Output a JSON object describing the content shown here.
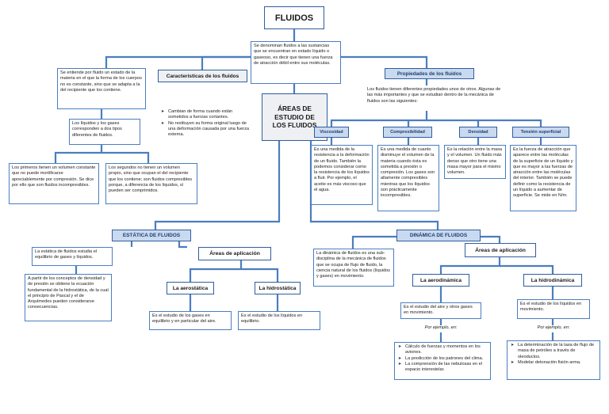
{
  "title": "FLUIDOS",
  "definition": "Se denominan fluidos a las sustancias que se encuentran en estado líquido o gaseoso, es decir que tienen una fuerza de atracción débil entre sus moléculas.",
  "left_intro": "Se entiende por fluido un estado de la materia en el que la forma de los cuerpos no es constante, sino que se adapta a la del recipiente que los contiene.",
  "two_types": "Los líquidos y los gases corresponden a dos tipos diferentes de fluidos.",
  "liquids_desc": "Los primeros tienen un volumen constante que no puede mortificarse apreciablemente por compresión. Se dice por ello que son fluidos incompresibles.",
  "gases_desc": "Los segundos no tienen un volumen propio, sino que ocupan el del recipiente que los contiene; son fluidos compresibles porque, a diferencia de los líquidos, sí pueden ser comprimidos.",
  "characteristics": {
    "header": "Características de los fluidos",
    "items": [
      "Cambian de forma cuando están sometidos a fuerzas cortantes.",
      "No restituyen su forma original luego de una deformación causada por una fuerza externa."
    ]
  },
  "study_areas": "ÁREAS DE ESTUDIO DE LOS FLUIDOS",
  "properties": {
    "header": "Propiedades de los fluidos",
    "intro": "Los fluidos tienen diferentes propiedades unos de otros. Algunas de las más importantes y que se estudian dentro de la mecánica de fluidos son las siguientes:",
    "items": [
      {
        "name": "Viscosidad",
        "desc": "Es una medida de la resistencia a la deformación de un fluido. También la podemos considerar como la resistencia de los líquidos a fluir. Por ejemplo, el aceite es más viscoso que el agua."
      },
      {
        "name": "Compresibilidad",
        "desc": "Es una medida de cuanto disminuye el volumen de la materia cuando ésta es sometida a presión o compresión. Los gases son altamente compresibles mientras que los líquidos son prácticamente incompresibles."
      },
      {
        "name": "Densidad",
        "desc": "Es la relación entre la masa y el volumen. Un fluido más denso que otro tiene una masa mayor para el mismo volumen."
      },
      {
        "name": "Tensión superficial",
        "desc": "Es la fuerza de atracción que aparece entre las moléculas de la superficie de un líquido y que es mayor a las fuerzas de atracción entre las moléculas del interior. También se puede definir como la resistencia de un líquido a aumentar de superficie. Se mide en N/m."
      }
    ]
  },
  "statics": {
    "header": "ESTÁTICA DE FLUIDOS",
    "desc": "La estática de fluidos estudia el equilibrio de gases y líquidos.",
    "detail": "A partir de los conceptos de densidad y de presión se obtiene la ecuación fundamental de la hidrostática, de la cual el principio de Pascal y el de Arquímedes pueden considerarse consecuencias.",
    "areas_header": "Áreas de aplicación",
    "aero": {
      "header": "La aerostática",
      "desc": "Es el estudio de los gases en equilibrio y en particular del aire."
    },
    "hydro": {
      "header": "La hidrostática",
      "desc": "Es el estudio de los líquidos en equilibrio."
    }
  },
  "dynamics": {
    "header": "DINÁMICA DE FLUIDOS",
    "desc": "La dinámica de fluidos es una sub-disciplina de la mecánica de fluidos que se ocupa de flujo de fluido, la ciencia natural de los fluidos (líquidos y gases) en movimiento.",
    "areas_header": "Áreas de aplicación",
    "aero": {
      "header": "La aerodinámica",
      "desc": "Es el estudio del aire y otros gases en movimiento.",
      "example": "Por ejemplo, en:",
      "items": [
        "Cálculo de fuerzas y momentos en los aviones.",
        "La predicción de los patrones del clima.",
        "La comprensión de las nebulosas en el espacio interestelar."
      ]
    },
    "hydro": {
      "header": "La hidrodinámica",
      "desc": "Es el estudio de los líquidos en movimiento.",
      "example": "Por ejemplo, en:",
      "items": [
        "La determinación de la tasa de flujo de masa de petróleo a través de oleoductos.",
        "Modelar detonación fisión arma."
      ]
    }
  },
  "colors": {
    "line": "#4a7ec0",
    "header_fill": "#c9daf0",
    "border": "#2f5e9e"
  }
}
